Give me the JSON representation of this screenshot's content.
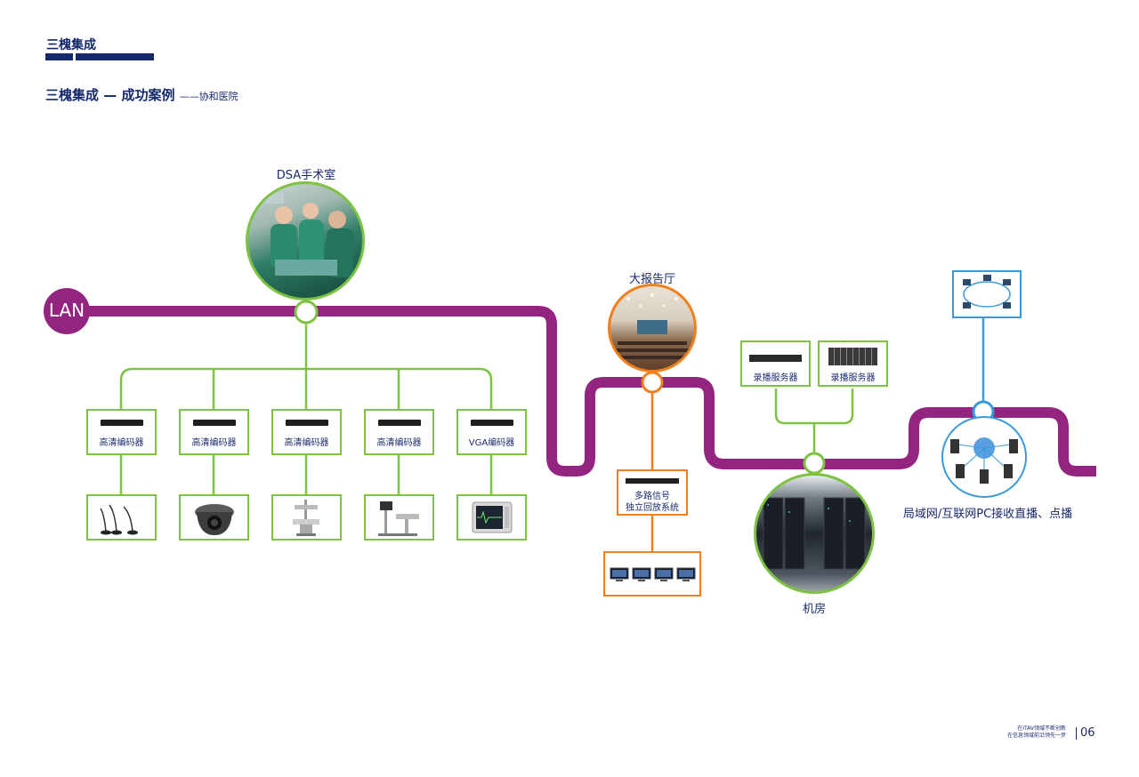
{
  "header": {
    "brand": "三槐集成",
    "title": "三槐集成 — 成功案例",
    "subtitle": "——协和医院"
  },
  "diagram": {
    "lan_label": "LAN",
    "nodes": {
      "dsa": "DSA手术室",
      "hall": "大报告厅",
      "machine_room": "机房",
      "network": "局域网/互联网PC接收直播、点播"
    },
    "encoders": [
      "高清编码器",
      "高清编码器",
      "高清编码器",
      "高清编码器",
      "VGA编码器"
    ],
    "devices": [
      "microphone-icon",
      "dome-camera-icon",
      "surgical-light-icon",
      "medical-workstation-icon",
      "patient-monitor-icon"
    ],
    "playback": {
      "line1": "多路信号",
      "line2": "独立回放系统"
    },
    "servers": [
      "录播服务器",
      "录播服务器"
    ],
    "colors": {
      "lan": "#93247f",
      "green": "#7dc242",
      "orange": "#f07f1c",
      "blue": "#3a9ad9",
      "navy": "#14286b"
    }
  },
  "footer": {
    "line1": "在ITAV领域不断创新",
    "line2": "在信息领域前沿领先一步",
    "page": "06"
  }
}
